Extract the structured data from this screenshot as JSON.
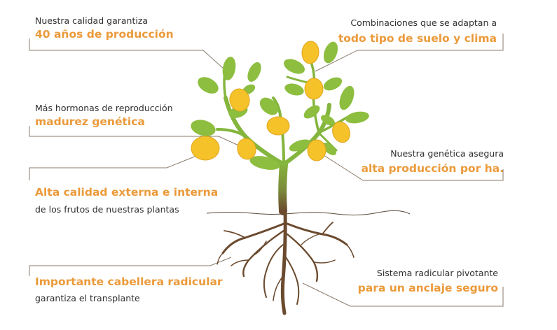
{
  "labels": {
    "tl1": {
      "small": "Nuestra calidad garantiza",
      "big": "40 años de producción"
    },
    "tl2": {
      "small": "Más hormonas de reproducción",
      "big": "madurez genética"
    },
    "tl3": {
      "big": "Alta calidad externa e interna",
      "small": "de los frutos de nuestras plantas"
    },
    "tl4": {
      "big": "Importante cabellera radicular",
      "small": "garantiza el transplante"
    },
    "tr1": {
      "small": "Combinaciones que se adaptan a",
      "big": "todo tipo de suelo y clima"
    },
    "tr2": {
      "small": "Nuestra genética asegura",
      "big": "alta producción por ha."
    },
    "tr3": {
      "small": "Sistema radicular pivotante",
      "big": "para un anclaje seguro"
    }
  },
  "colors": {
    "accent_orange": "#eb9a3a",
    "leaf_green": "#8dbe3f",
    "lemon_yellow": "#f5c22a",
    "trunk_top": "#7fae3a",
    "root_brown": "#6b4a2e",
    "leader_line": "#8a7b6a"
  }
}
